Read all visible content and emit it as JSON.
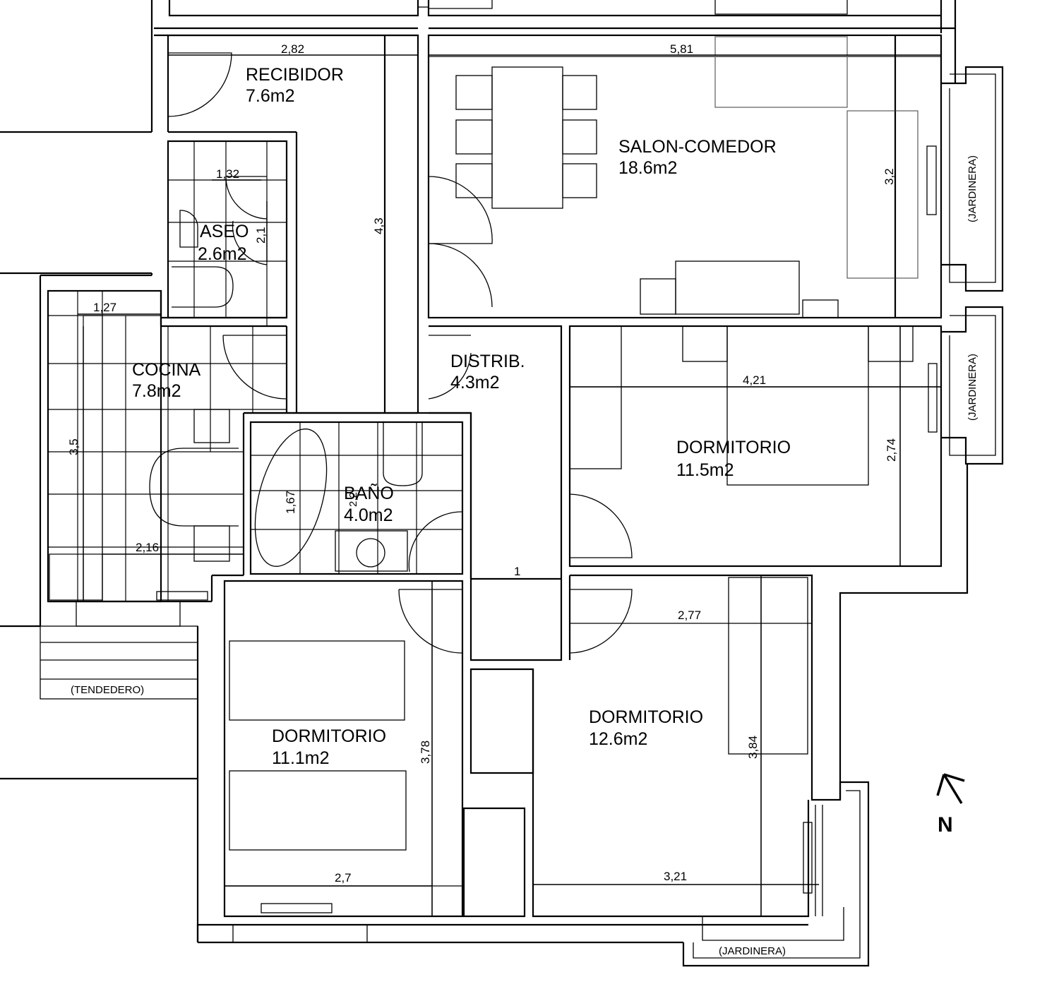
{
  "rooms": {
    "recibidor": {
      "name": "RECIBIDOR",
      "area": "7.6m2"
    },
    "salon": {
      "name": "SALON-COMEDOR",
      "area": "18.6m2"
    },
    "aseo": {
      "name": "ASEO",
      "area": "2.6m2"
    },
    "cocina": {
      "name": "COCINA",
      "area": "7.8m2"
    },
    "distrib": {
      "name": "DISTRIB.",
      "area": "4.3m2"
    },
    "dorm1": {
      "name": "DORMITORIO",
      "area": "11.5m2"
    },
    "bano": {
      "name": "BAÑO",
      "area": "4.0m2"
    },
    "dorm2": {
      "name": "DORMITORIO",
      "area": "11.1m2"
    },
    "dorm3": {
      "name": "DORMITORIO",
      "area": "12.6m2"
    }
  },
  "dimensions": {
    "d282": "2,82",
    "d581": "5,81",
    "d132": "1,32",
    "d21": "2,1",
    "d43": "4,3",
    "d32": "3,2",
    "d127": "1,27",
    "d35": "3,5",
    "d216": "2,16",
    "d167": "1,67",
    "d22": "2,2",
    "d421": "4,21",
    "d274": "2,74",
    "d1": "1",
    "d277": "2,77",
    "d378": "3,78",
    "d384": "3,84",
    "d27": "2,7",
    "d321": "3,21"
  },
  "labels": {
    "jardinera_top": "(JARDINERA)",
    "jardinera_mid": "(JARDINERA)",
    "jardinera_bottom": "(JARDINERA)",
    "tendedero": "(TENDEDERO)",
    "north": "N"
  },
  "icons": {
    "north_arrow": "north-arrow-icon"
  }
}
